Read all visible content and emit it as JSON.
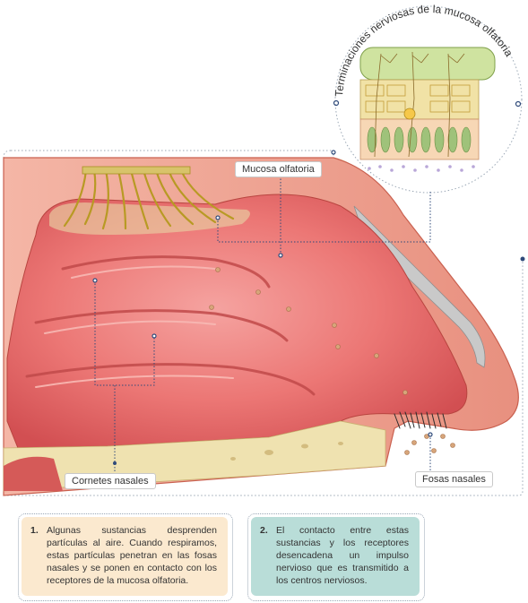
{
  "inset": {
    "title": "Terminaciones nerviosas de la mucosa olfatoria"
  },
  "labels": {
    "mucosa": "Mucosa olfatoria",
    "cornetes": "Cornetes nasales",
    "fosas": "Fosas nasales"
  },
  "notes": [
    {
      "number": "1.",
      "text": "Algunas sustancias desprenden partículas al aire. Cuando respiramos, estas partículas penetran en las fosas nasales y se ponen en contacto con los receptores de la mucosa olfatoria."
    },
    {
      "number": "2.",
      "text": "El contacto entre estas sustancias y los receptores desencadena un impulso nervioso que es transmitido a los centros nerviosos."
    }
  ],
  "colors": {
    "mucosa": "#e86a6a",
    "bone": "#f3e7b8",
    "nerve": "#c2a62a",
    "note1_bg": "#fbe9cf",
    "note2_bg": "#b9ddd8",
    "leader": "#2f4a7a"
  }
}
